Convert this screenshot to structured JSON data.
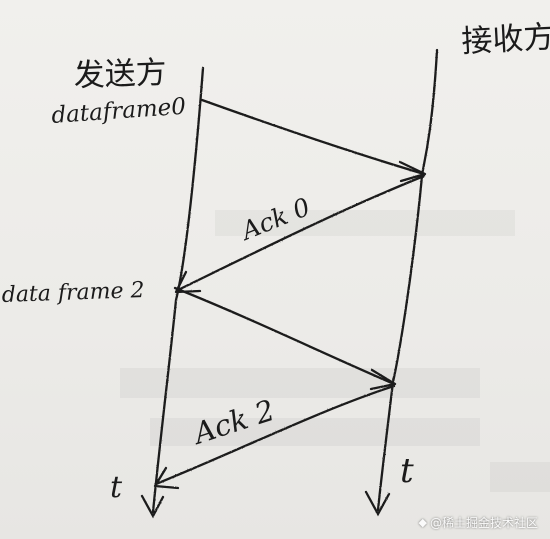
{
  "diagram": {
    "sender_label": "发送方",
    "receiver_label": "接收方",
    "messages": [
      {
        "label": "dataframe0",
        "direction": "sender-to-receiver",
        "kind": "data"
      },
      {
        "label": "Ack 0",
        "direction": "receiver-to-sender",
        "kind": "ack"
      },
      {
        "label": "data frame 2",
        "direction": "sender-to-receiver",
        "kind": "data"
      },
      {
        "label": "Ack 2",
        "direction": "receiver-to-sender",
        "kind": "ack"
      }
    ],
    "time_label_sender": "t",
    "time_label_receiver": "t",
    "ink_color": "#1b1b1b",
    "paper_color": "#efeeeb"
  },
  "watermark": {
    "text": "@稀土掘金技术社区",
    "icon": "juejin-logo-icon"
  }
}
